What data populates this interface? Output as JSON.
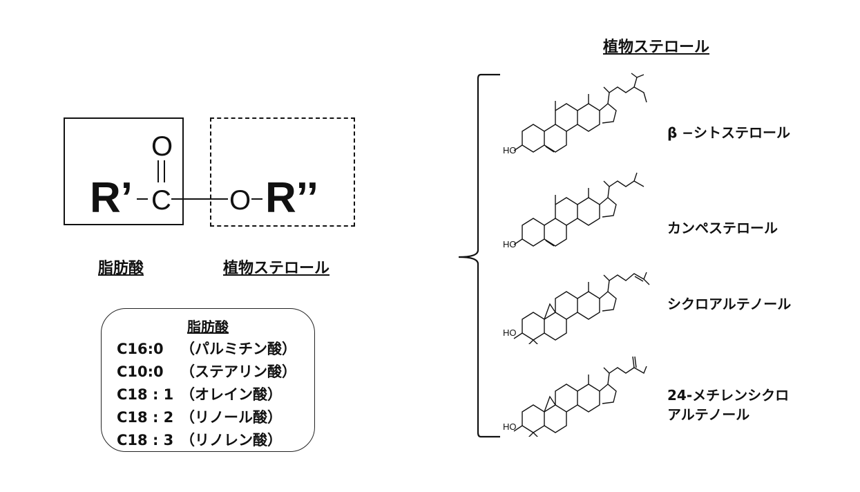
{
  "ester": {
    "r_prime": "R’",
    "carbonyl_c": "C",
    "carbonyl_o": "O",
    "ester_o": "O",
    "r_double_prime": "R’’",
    "fatty_acid_label": "脂肪酸",
    "phytosterol_label": "植物ステロール"
  },
  "fatty_acids": {
    "title": "脂肪酸",
    "items": [
      {
        "code": "C16:0",
        "name": "（パルミチン酸）"
      },
      {
        "code": "C10:0",
        "name": "（ステアリン酸）"
      },
      {
        "code": "C18 : 1",
        "name": "（オレイン酸）"
      },
      {
        "code": "C18 : 2",
        "name": "（リノール酸）"
      },
      {
        "code": "C18 : 3",
        "name": "（リノレン酸）"
      }
    ]
  },
  "phytosterols": {
    "title": "植物ステロール",
    "hydroxyl_label": "HO",
    "items": [
      {
        "name": "β −シトステロール",
        "name_line2": ""
      },
      {
        "name": "カンペステロール",
        "name_line2": ""
      },
      {
        "name": "シクロアルテノール",
        "name_line2": ""
      },
      {
        "name": "24-メチレンシクロ",
        "name_line2": "アルテノール"
      }
    ]
  }
}
